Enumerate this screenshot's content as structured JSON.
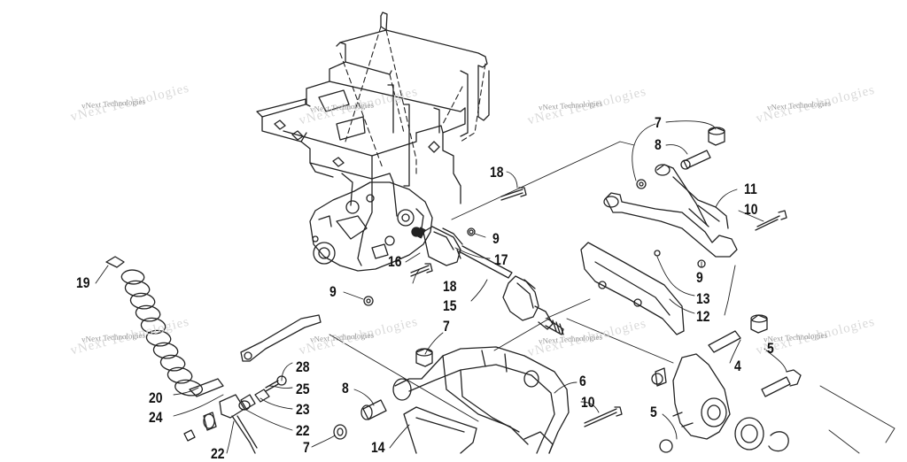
{
  "watermark": {
    "text": "vNext Technologies"
  },
  "callouts": {
    "c7_top": "7",
    "c8_top": "8",
    "c11": "11",
    "c10_top": "10",
    "c18_top": "18",
    "c9_mid": "9",
    "c9_right": "9",
    "c17": "17",
    "c16": "16",
    "c18_mid": "18",
    "c15": "15",
    "c13": "13",
    "c12": "12",
    "c19": "19",
    "c9_left": "9",
    "c7_mid": "7",
    "c5_right": "5",
    "c4": "4",
    "c28": "28",
    "c25": "25",
    "c23": "23",
    "c22": "22",
    "c20": "20",
    "c24": "24",
    "c8_low": "8",
    "c6": "6",
    "c10_low": "10",
    "c5_low": "5",
    "c7_low": "7",
    "c14": "14",
    "c22_partial": "22"
  }
}
